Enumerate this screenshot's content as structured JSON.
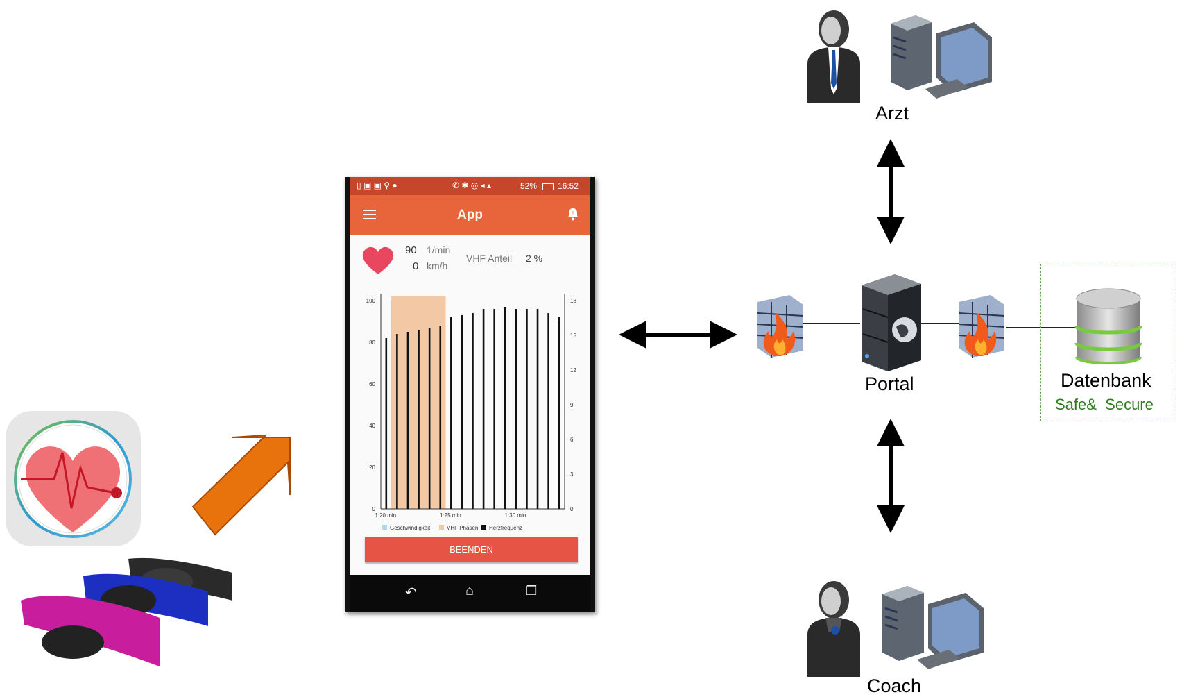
{
  "nodes": {
    "arzt": "Arzt",
    "portal": "Portal",
    "coach": "Coach",
    "datenbank": "Datenbank",
    "datenbank_sub": "Safe&  Secure"
  },
  "phone": {
    "status_battery": "52%",
    "status_time": "16:52",
    "app_title": "App",
    "heart_rate": "90",
    "heart_rate_unit": "1/min",
    "speed": "0",
    "speed_unit": "km/h",
    "vhf_label": "VHF Anteil",
    "vhf_value": "2 %",
    "button_label": "BEENDEN"
  },
  "colors": {
    "appbar": "#e8643b",
    "statusbar": "#c6462b",
    "button": "#e55444",
    "arrow_orange": "#e8730c",
    "secure_green": "#2e7d1e",
    "heart": "#e8475f"
  },
  "chart_data": {
    "type": "bar",
    "x_tick_labels": [
      "1:20 min",
      "1:25 min",
      "1:30 min"
    ],
    "y_left_ticks": [
      0,
      20,
      40,
      60,
      80,
      100
    ],
    "y_right_ticks": [
      0,
      3,
      6,
      9,
      12,
      15,
      18
    ],
    "ylim_left": [
      0,
      100
    ],
    "ylim_right": [
      0,
      18
    ],
    "series": [
      {
        "name": "Geschwindigkeit",
        "values": []
      },
      {
        "name": "VHF Phasen",
        "span": [
          1,
          5
        ]
      },
      {
        "name": "Herzfrequenz",
        "values": [
          82,
          84,
          85,
          86,
          87,
          88,
          92,
          93,
          94,
          96,
          96,
          97,
          96,
          96,
          96,
          94,
          92
        ]
      }
    ],
    "legend": [
      "Geschwindigkeit",
      "VHF Phasen",
      "Herzfrequenz"
    ],
    "legend_colors": [
      "#a8dcea",
      "#f2c9a4",
      "#111111"
    ]
  }
}
